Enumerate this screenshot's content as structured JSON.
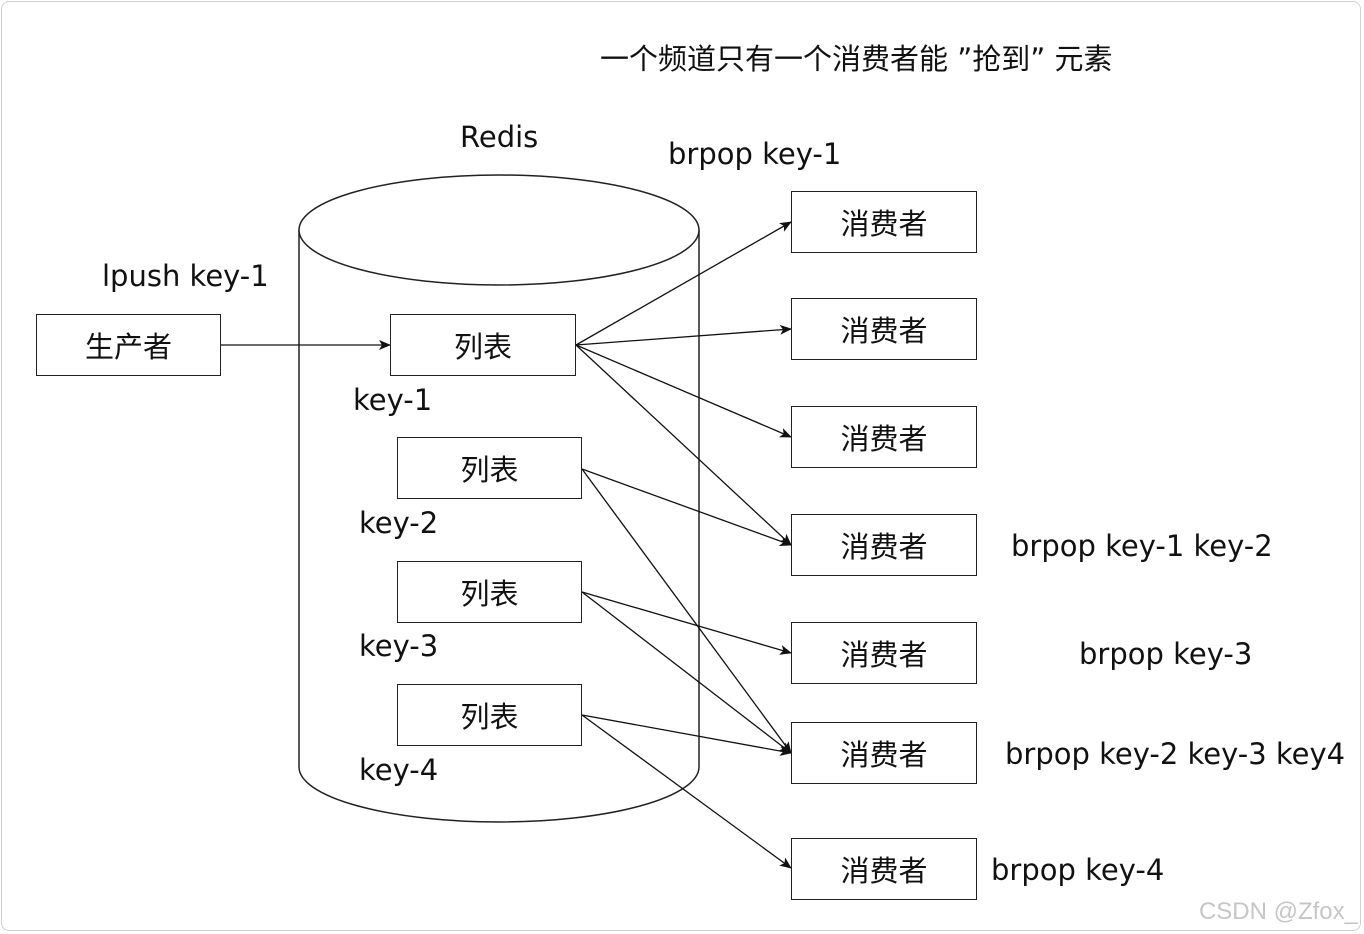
{
  "title": "一个频道只有一个消费者能 ”抢到” 元素",
  "redis_label": "Redis",
  "producer": {
    "label": "生产者",
    "command": "lpush key-1"
  },
  "lists": [
    {
      "label": "列表",
      "key": "key-1"
    },
    {
      "label": "列表",
      "key": "key-2"
    },
    {
      "label": "列表",
      "key": "key-3"
    },
    {
      "label": "列表",
      "key": "key-4"
    }
  ],
  "consumers": [
    {
      "label": "消费者"
    },
    {
      "label": "消费者"
    },
    {
      "label": "消费者"
    },
    {
      "label": "消费者"
    },
    {
      "label": "消费者"
    },
    {
      "label": "消费者"
    },
    {
      "label": "消费者"
    }
  ],
  "commands": {
    "top": "brpop key-1",
    "c4": "brpop key-1 key-2",
    "c5": "brpop key-3",
    "c6": "brpop key-2 key-3 key4",
    "c7": "brpop key-4"
  },
  "watermark": "CSDN @Zfox_"
}
